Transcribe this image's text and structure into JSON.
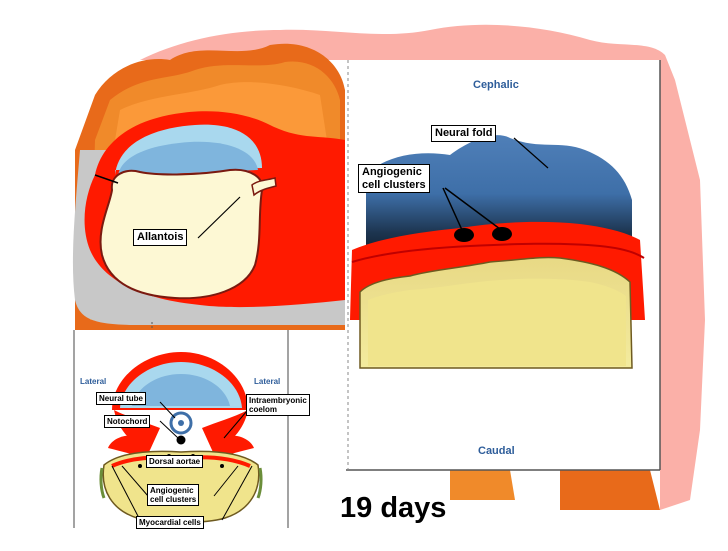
{
  "labels": {
    "allantois": "Allantois",
    "cephalic": "Cephalic",
    "neural_fold": "Neural fold",
    "angiogenic_line1": "Angiogenic",
    "angiogenic_line2": "cell clusters",
    "caudal": "Caudal",
    "lateral_left": "Lateral",
    "lateral_right": "Lateral",
    "neural_tube": "Neural tube",
    "intraembryonic_line1": "Intraembryonic",
    "intraembryonic_line2": "coelom",
    "notochord": "Notochord",
    "dorsal_aortae": "Dorsal aortae",
    "small_angiogenic_line1": "Angiogenic",
    "small_angiogenic_line2": "cell clusters",
    "myocardial_cells": "Myocardial cells"
  },
  "time_label": "19 days",
  "colors": {
    "red": "#ff1a00",
    "dark_red": "#c00000",
    "blue": "#3e6fa8",
    "light_blue": "#a9d8ee",
    "yellow": "#f0e48c",
    "cream": "#fdf8d4",
    "gray": "#c8c8c8",
    "pink": "#fbb0a8",
    "text_blue": "#2e5d9a"
  }
}
